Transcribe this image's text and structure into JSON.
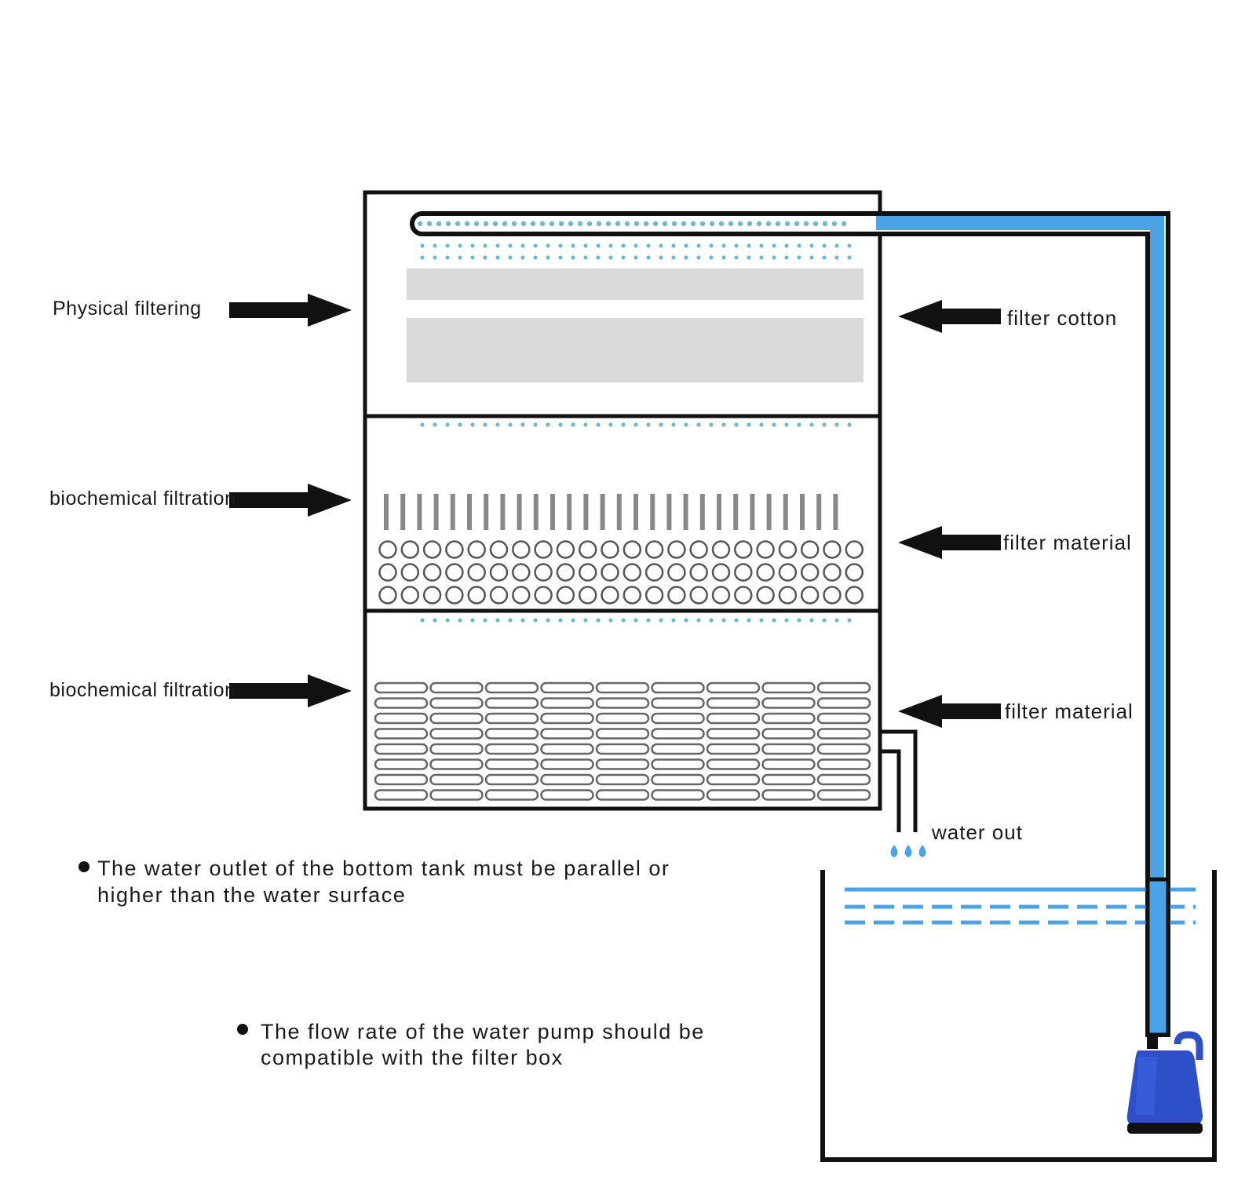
{
  "labels": {
    "left": {
      "physical": "Physical filtering",
      "biochem_top": "biochemical filtration",
      "biochem_bottom": "biochemical filtration"
    },
    "right": {
      "filter_cotton": "filter cotton",
      "filter_material_top": "filter material",
      "filter_material_bottom": "filter material",
      "water_out": "water out"
    }
  },
  "notes": {
    "outlet": {
      "line1": "The water outlet of the bottom tank must be parallel or",
      "line2": "higher than the water surface"
    },
    "pump": {
      "line1": "The flow rate of the water pump should be",
      "line2": "compatible with the filter box"
    }
  },
  "colors": {
    "outline": "#111111",
    "pipe_water": "#4aa3e8",
    "water_dots": "#6fb8cf",
    "cotton": "#d9d9d9",
    "pump": "#2d4fc8"
  },
  "icons": {
    "arrow": "arrow-right-icon",
    "pump": "water-pump-icon",
    "drops": "water-drops-icon"
  }
}
